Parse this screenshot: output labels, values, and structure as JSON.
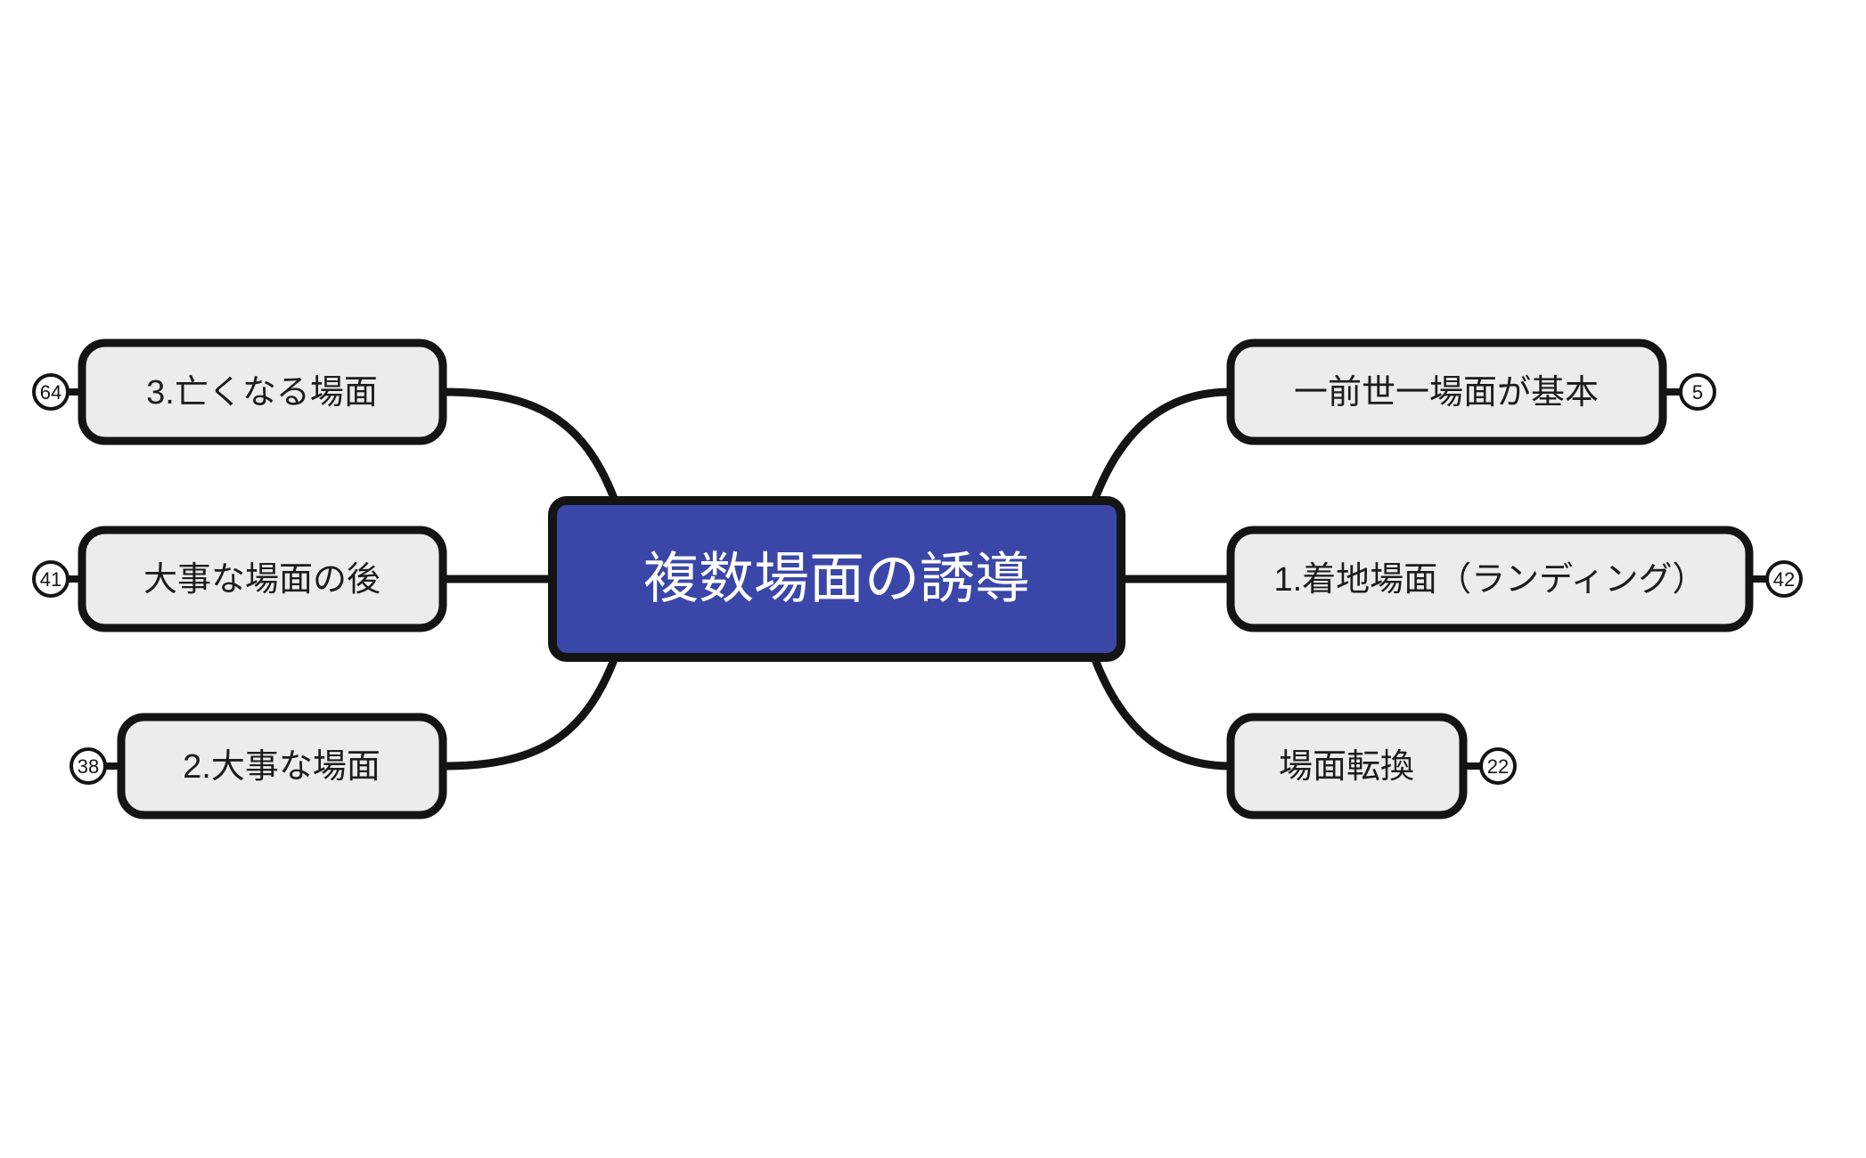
{
  "diagram": {
    "type": "mind-map",
    "background_color": "#ffffff",
    "stroke_color": "#141414",
    "node_fill": "#ececec",
    "center_fill": "#3a47a8",
    "center_text_color": "#ffffff",
    "node_text_color": "#1c1c1c"
  },
  "center": {
    "label": "複数場面の誘導",
    "badge": ""
  },
  "left_branches": [
    {
      "label": "3.亡くなる場面",
      "badge": "64",
      "badge_side": "left"
    },
    {
      "label": "大事な場面の後",
      "badge": "41",
      "badge_side": "left"
    },
    {
      "label": "2.大事な場面",
      "badge": "38",
      "badge_side": "left"
    }
  ],
  "right_branches": [
    {
      "label": "一前世一場面が基本",
      "badge": "5",
      "badge_side": "right"
    },
    {
      "label": "1.着地場面（ランディング）",
      "badge": "42",
      "badge_side": "right"
    },
    {
      "label": "場面転換",
      "badge": "22",
      "badge_side": "right"
    }
  ]
}
